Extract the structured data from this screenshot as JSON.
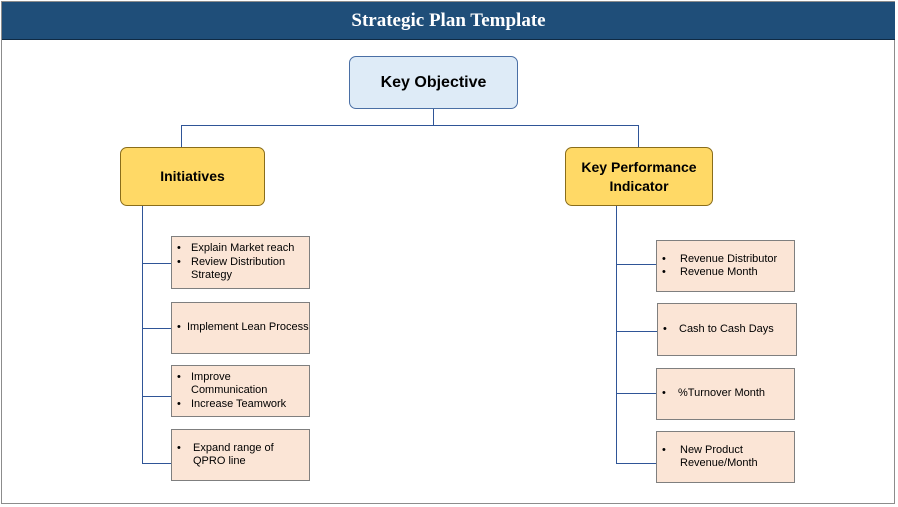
{
  "title": "Strategic Plan Template",
  "key_objective": "Key Objective",
  "initiatives": {
    "label": "Initiatives",
    "items": [
      {
        "lines": [
          "Explain Market reach",
          "Review Distribution Strategy"
        ]
      },
      {
        "lines": [
          "Implement Lean Process"
        ]
      },
      {
        "lines": [
          "Improve Communication",
          "Increase Teamwork"
        ]
      },
      {
        "lines": [
          "Expand range of QPRO line"
        ]
      }
    ]
  },
  "kpi": {
    "label": "Key Performance Indicator",
    "items": [
      {
        "lines": [
          "Revenue Distributor",
          "Revenue Month"
        ]
      },
      {
        "lines": [
          "Cash to Cash Days"
        ]
      },
      {
        "lines": [
          "%Turnover Month"
        ]
      },
      {
        "lines": [
          "New Product Revenue/Month"
        ]
      }
    ]
  },
  "colors": {
    "title_bg": "#1f4e79",
    "objective_fill": "#deebf7",
    "header_fill": "#ffd966",
    "leaf_fill": "#fbe5d6",
    "connector": "#2f5597"
  }
}
